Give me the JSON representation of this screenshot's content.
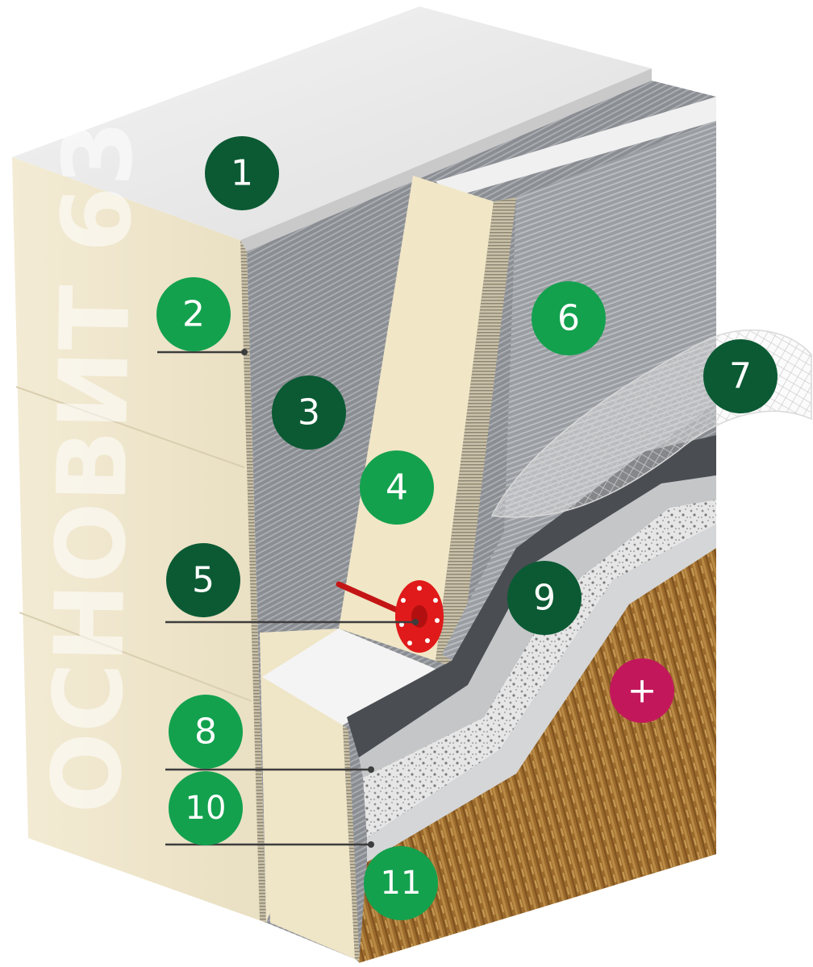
{
  "watermark": "ОСНОВИТ 63",
  "colors": {
    "badge_dark": "#0b5a34",
    "badge_light": "#13a14e",
    "badge_plus": "#c2185b",
    "dowel": "#e01a1a",
    "leader": "#3d3d3d"
  },
  "badges": [
    {
      "id": "1",
      "label": "1",
      "tone": "dark"
    },
    {
      "id": "2",
      "label": "2",
      "tone": "light"
    },
    {
      "id": "3",
      "label": "3",
      "tone": "dark"
    },
    {
      "id": "4",
      "label": "4",
      "tone": "light"
    },
    {
      "id": "5",
      "label": "5",
      "tone": "dark"
    },
    {
      "id": "6",
      "label": "6",
      "tone": "light"
    },
    {
      "id": "7",
      "label": "7",
      "tone": "dark"
    },
    {
      "id": "8",
      "label": "8",
      "tone": "light"
    },
    {
      "id": "9",
      "label": "9",
      "tone": "dark"
    },
    {
      "id": "10",
      "label": "10",
      "tone": "light"
    },
    {
      "id": "11",
      "label": "11",
      "tone": "light"
    },
    {
      "id": "plus",
      "label": "+",
      "tone": "plus"
    }
  ]
}
